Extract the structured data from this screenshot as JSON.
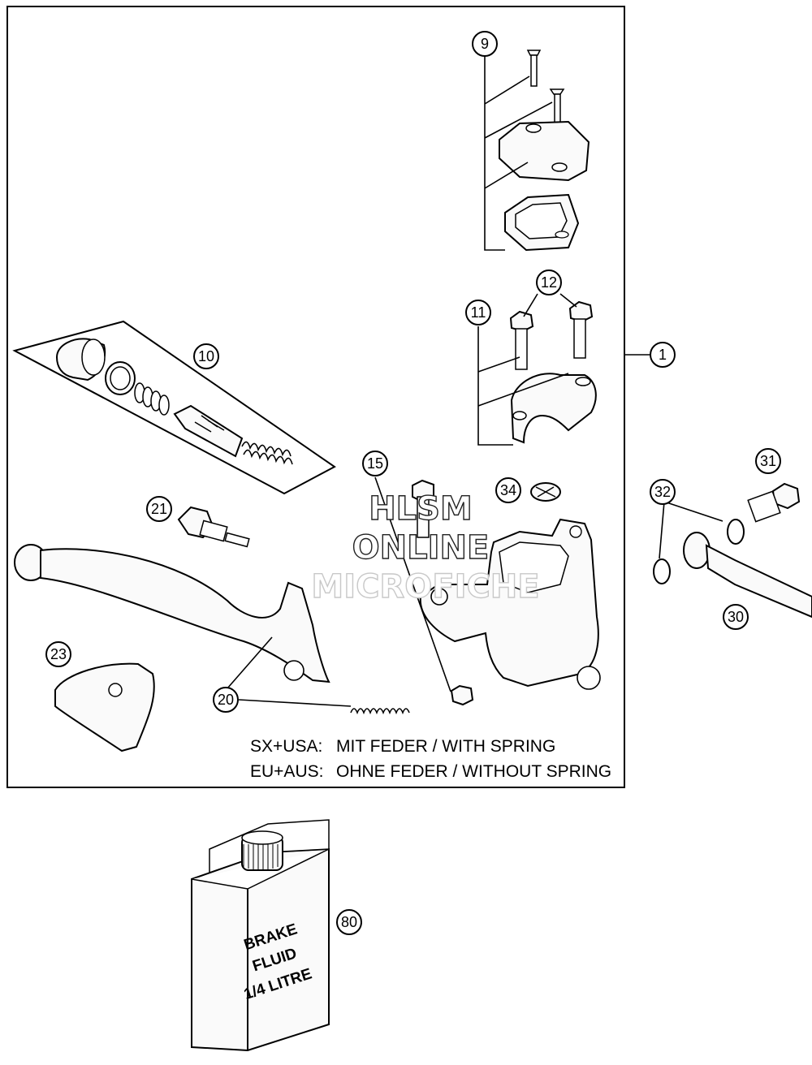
{
  "diagram": {
    "callouts": [
      {
        "id": "c1",
        "label": "1"
      },
      {
        "id": "c9",
        "label": "9"
      },
      {
        "id": "c10",
        "label": "10"
      },
      {
        "id": "c11",
        "label": "11"
      },
      {
        "id": "c12",
        "label": "12"
      },
      {
        "id": "c15",
        "label": "15"
      },
      {
        "id": "c20",
        "label": "20"
      },
      {
        "id": "c21",
        "label": "21"
      },
      {
        "id": "c23",
        "label": "23"
      },
      {
        "id": "c30",
        "label": "30"
      },
      {
        "id": "c31",
        "label": "31"
      },
      {
        "id": "c32",
        "label": "32"
      },
      {
        "id": "c34",
        "label": "34"
      },
      {
        "id": "c80",
        "label": "80"
      }
    ],
    "notes": {
      "line1_prefix": "SX+USA:",
      "line1_text": "MIT FEDER / WITH SPRING",
      "line2_prefix": "EU+AUS:",
      "line2_text": "OHNE FEDER / WITHOUT SPRING"
    },
    "brake_fluid_label": [
      "BRAKE",
      "FLUID",
      "1/4 LITRE"
    ],
    "watermark": [
      "HLSM",
      "ONLINE",
      "MICROFICHE"
    ]
  }
}
